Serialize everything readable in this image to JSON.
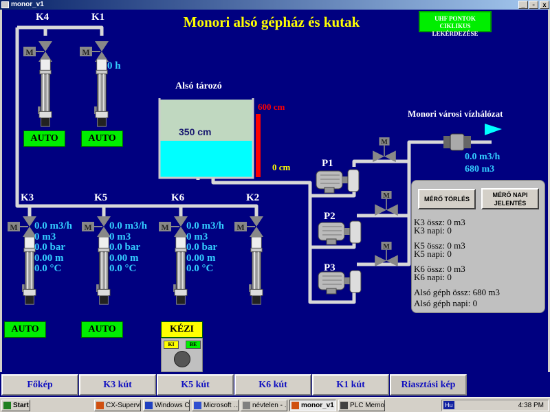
{
  "window": {
    "title": "monor_v1",
    "min": "_",
    "max": "▫",
    "close": "x"
  },
  "header": {
    "title": "Monori alsó gépház és kutak",
    "uhf_button": "UHF PONTOK CIKLIKUS LEKÉRDEZÉSE"
  },
  "top_wells": [
    {
      "name": "K4",
      "mode": "AUTO"
    },
    {
      "name": "K1",
      "mode": "AUTO",
      "hours": "0 h"
    }
  ],
  "tank": {
    "name": "Alsó tározó",
    "level": "350 cm",
    "max": "600 cm",
    "min": "0 cm",
    "fill_fraction": 0.58
  },
  "bottom_wells": [
    {
      "name": "K3",
      "flow": "0.0 m3/h",
      "volume": "0 m3",
      "pressure": "0.0 bar",
      "depth": "0.00 m",
      "temp": "0.0 °C",
      "mode": "AUTO"
    },
    {
      "name": "K5",
      "flow": "0.0 m3/h",
      "volume": "0 m3",
      "pressure": "0.0 bar",
      "depth": "0.00 m",
      "temp": "0.0 °C",
      "mode": "AUTO"
    },
    {
      "name": "K6",
      "flow": "0.0 m3/h",
      "volume": "0 m3",
      "pressure": "0.0 bar",
      "depth": "0.00 m",
      "temp": "0.0 °C",
      "mode": "KÉZI",
      "switch_off": "KI",
      "switch_on": "BE"
    },
    {
      "name": "K2"
    }
  ],
  "valve_motor": "M",
  "pumps": [
    "P1",
    "P2",
    "P3"
  ],
  "network": {
    "title": "Monori városi vízhálózat",
    "flow": "0.0 m3/h",
    "volume": "680 m3"
  },
  "meter_panel": {
    "reset": "MÉRŐ TÖRLÉS",
    "daily": "MÉRŐ NAPI JELENTÉS",
    "lines": [
      "K3 össz: 0 m3",
      "K3 napi: 0",
      "K5 össz: 0 m3",
      "K5 napi: 0",
      "K6 össz: 0 m3",
      "K6 napi: 0",
      "Alsó géph össz: 680 m3",
      "Alsó géph napi: 0"
    ]
  },
  "nav": [
    "Főkép",
    "K3 kút",
    "K5 kút",
    "K6 kút",
    "K1 kút",
    "Riasztási kép"
  ],
  "taskbar": {
    "start": "Start",
    "tasks": [
      "CX-Supervi...",
      "Windows C...",
      "Microsoft ...",
      "névtelen - ...",
      "monor_v1",
      "PLC Memor..."
    ],
    "lang": "Hu",
    "clock": "4:38 PM"
  },
  "colors": {
    "bg": "#000080",
    "title": "#ffff00",
    "value": "#33ccff",
    "auto": "#00ee00",
    "manual": "#ffff00",
    "max": "#ff0000"
  }
}
